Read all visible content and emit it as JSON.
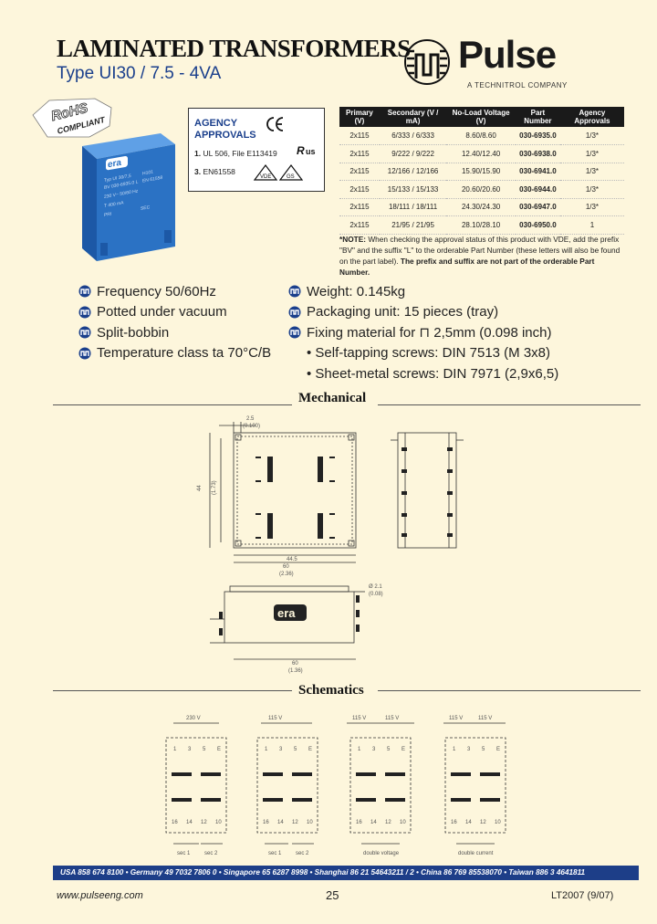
{
  "header": {
    "title": "LAMINATED TRANSFORMERS",
    "subtitle_type": "Type UI30 / 7.5 - 4VA",
    "logo_word": "Pulse",
    "logo_tagline": "A TECHNITROL COMPANY"
  },
  "badge": {
    "rohs": "RoHS",
    "compliant": "COMPLIANT"
  },
  "agency": {
    "heading_1": "AGENCY",
    "heading_2": "APPROVALS",
    "line_1_num": "1.",
    "line_1_text": "UL 506, File E113419",
    "line_2_num": "3.",
    "line_2_text": "EN61558"
  },
  "table": {
    "headers": [
      "Primary (V)",
      "Secondary (V / mA)",
      "No-Load Voltage (V)",
      "Part Number",
      "Agency Approvals"
    ],
    "rows": [
      [
        "2x115",
        "6/333 / 6/333",
        "8.60/8.60",
        "030-6935.0",
        "1/3*"
      ],
      [
        "2x115",
        "9/222 / 9/222",
        "12.40/12.40",
        "030-6938.0",
        "1/3*"
      ],
      [
        "2x115",
        "12/166 / 12/166",
        "15.90/15.90",
        "030-6941.0",
        "1/3*"
      ],
      [
        "2x115",
        "15/133 / 15/133",
        "20.60/20.60",
        "030-6944.0",
        "1/3*"
      ],
      [
        "2x115",
        "18/111 / 18/111",
        "24.30/24.30",
        "030-6947.0",
        "1/3*"
      ],
      [
        "2x115",
        "21/95 / 21/95",
        "28.10/28.10",
        "030-6950.0",
        "1"
      ]
    ]
  },
  "note": {
    "label": "*NOTE:",
    "text": " When checking the approval status of this product with VDE, add the prefix \"BV\" and the suffix \"L\" to the orderable Part Number (these letters will also be found on the part label).",
    "bold_tail": "The prefix and suffix are not part of the orderable Part Number."
  },
  "features_left": [
    "Frequency 50/60Hz",
    "Potted under vacuum",
    "Split-bobbin",
    "Temperature class ta 70°C/B"
  ],
  "features_right": [
    "Weight: 0.145kg",
    "Packaging unit: 15 pieces (tray)",
    "Fixing material for ⊓ 2,5mm (0.098 inch)"
  ],
  "features_sub": [
    "• Self-tapping screws: DIN 7513 (M 3x8)",
    "• Sheet-metal screws: DIN 7971 (2,9x6,5)"
  ],
  "sections": {
    "mechanical": "Mechanical",
    "schematics": "Schematics"
  },
  "schematics": {
    "voltages": [
      "230 V",
      "115 V",
      "115 V",
      "115 V",
      "115 V",
      "115 V"
    ],
    "labels": [
      "sec 1",
      "sec 2",
      "sec 1",
      "sec 2",
      "double voltage",
      "double current"
    ]
  },
  "footer": {
    "contacts": "USA 858 674 8100  •  Germany 49 7032 7806 0  •  Singapore 65 6287 8998  •  Shanghai 86 21 54643211 / 2  •  China 86 769 85538070  •  Taiwan 886 3 4641811",
    "url": "www.pulseeng.com",
    "page": "25",
    "code": "LT2007 (9/07)"
  },
  "colors": {
    "brand_blue": "#1a3f8c",
    "footer_bar": "#1d3e88",
    "background": "#fdf6dc",
    "product_blue": "#2b72c4"
  }
}
